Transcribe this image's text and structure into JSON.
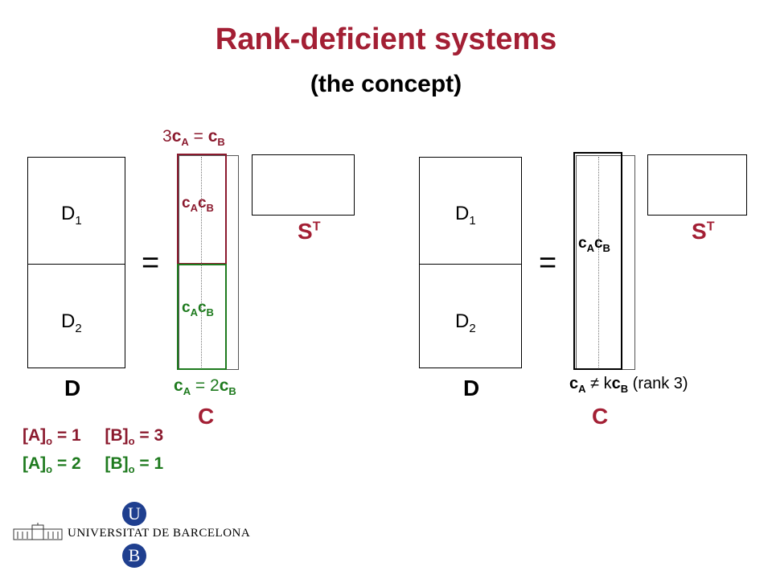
{
  "header": {
    "title": "Rank-deficient systems",
    "subtitle": "(the concept)"
  },
  "colors": {
    "title": "#a31f34",
    "dark_red": "#8b1a2e",
    "green": "#1e7a1e",
    "seal_blue": "#1f3f8f"
  },
  "left_diagram": {
    "d1_label": "D",
    "d1_sub": "1",
    "d2_label": "D",
    "d2_sub": "2",
    "d_label": "D",
    "equals": "=",
    "c_label": "C",
    "st_label": "S",
    "st_sup": "T",
    "top_relation": {
      "coef": "3",
      "a": "c",
      "a_sub": "A",
      "eq": " = ",
      "b": "c",
      "b_sub": "B"
    },
    "bottom_relation": {
      "a": "c",
      "a_sub": "A",
      "eq": " = ",
      "coef": "2",
      "b": "c",
      "b_sub": "B"
    },
    "upper_cols": {
      "a": "c",
      "a_sub": "A",
      "b": "c",
      "b_sub": "B"
    },
    "lower_cols": {
      "a": "c",
      "a_sub": "A",
      "b": "c",
      "b_sub": "B"
    }
  },
  "right_diagram": {
    "d1_label": "D",
    "d1_sub": "1",
    "d2_label": "D",
    "d2_sub": "2",
    "d_label": "D",
    "equals": "=",
    "c_label": "C",
    "st_label": "S",
    "st_sup": "T",
    "cols": {
      "a": "c",
      "a_sub": "A",
      "b": "c",
      "b_sub": "B"
    },
    "relation": {
      "a": "c",
      "a_sub": "A",
      "neq": " ≠ ",
      "k": "k",
      "b": "c",
      "b_sub": "B",
      "rank": " (rank 3)"
    }
  },
  "concentrations": [
    {
      "a_label": "[A]",
      "a_sub": "o",
      "a_val": " = 1",
      "b_label": "[B]",
      "b_sub": "o",
      "b_val": " = 3"
    },
    {
      "a_label": "[A]",
      "a_sub": "o",
      "a_val": " = 2",
      "b_label": "[B]",
      "b_sub": "o",
      "b_val": " = 1"
    }
  ],
  "logo": {
    "seal_top": "U",
    "name": "UNIVERSITAT DE BARCELONA",
    "seal_bottom": "B"
  }
}
